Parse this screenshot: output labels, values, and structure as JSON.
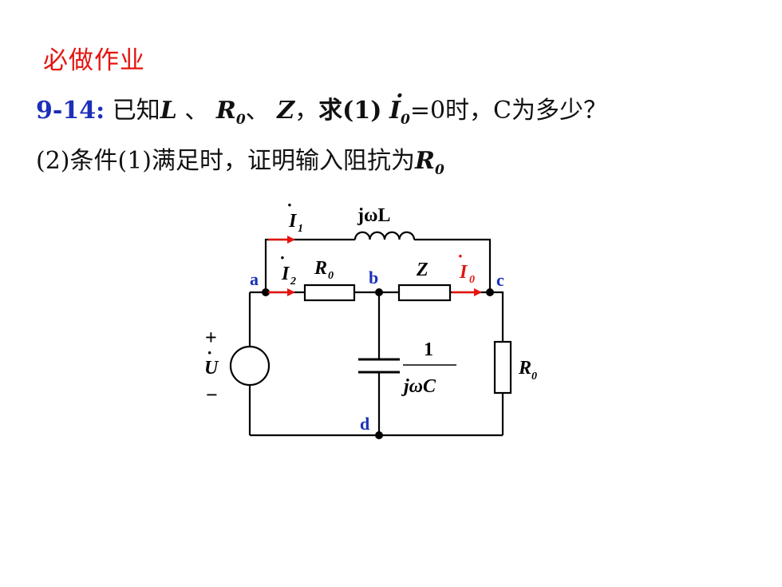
{
  "heading": "必做作业",
  "problem": {
    "number": "9-14:",
    "text_known": "已知",
    "sym_L": "L",
    "sep1": "、",
    "sym_R": "R",
    "sub_0": "0",
    "sep2": "、",
    "sym_Z": "Z",
    "comma": "，",
    "ask1": "求(1)",
    "sym_I": "I",
    "eq0": "=0时，C为多少？",
    "line2_part": "(2)条件(1)满足时，证明输入阻抗为",
    "sym_R2": "R",
    "sub_02": "0"
  },
  "circuit": {
    "I1": "I",
    "I1_sub": "1",
    "I2": "I",
    "I2_sub": "2",
    "I0": "I",
    "I0_sub": "0",
    "inductor_label": "jωL",
    "R0_label": "R",
    "R0_sub": "0",
    "Z_label": "Z",
    "cap_num": "1",
    "cap_den": "jωC",
    "R0b_label": "R",
    "R0b_sub": "0",
    "node_a": "a",
    "node_b": "b",
    "node_c": "c",
    "node_d": "d",
    "plus": "+",
    "minus": "−",
    "U": "U"
  },
  "colors": {
    "heading": "#e5140f",
    "problem_number": "#1c2fb8",
    "node_labels": "#1c2fb8",
    "current_arrows": "#e5140f",
    "wire": "#000000"
  }
}
